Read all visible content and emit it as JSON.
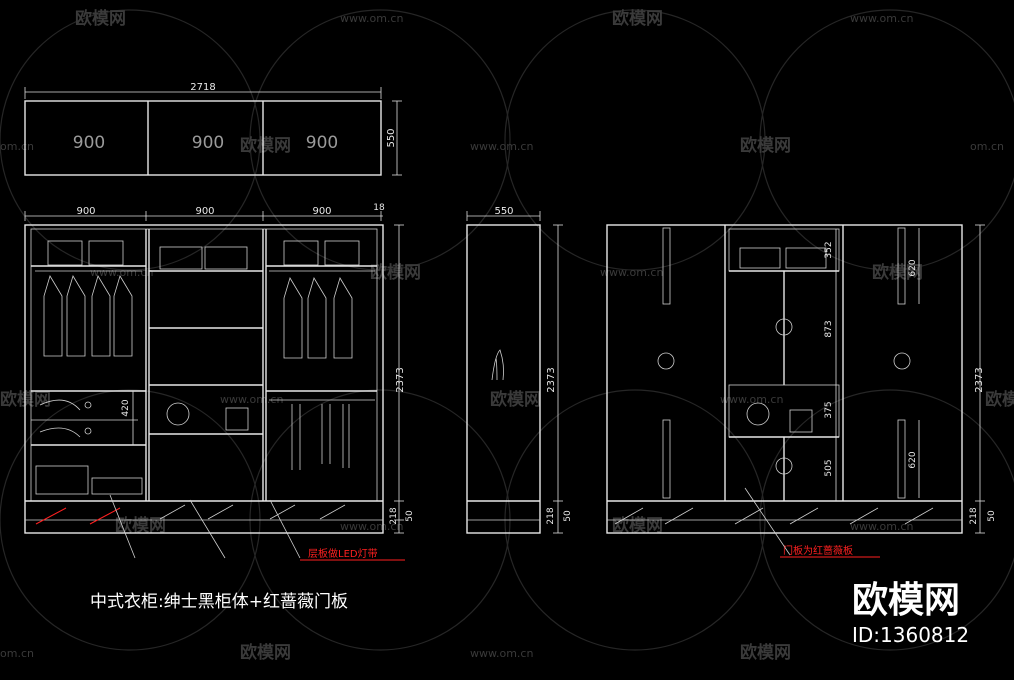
{
  "watermark": {
    "brand": "欧模网",
    "url": "www.om.cn",
    "url_short": "om.cn"
  },
  "top_view": {
    "overall_width": "2718",
    "depth": "550",
    "module_labels": [
      "900",
      "900",
      "900"
    ]
  },
  "front_view": {
    "module_widths": [
      "900",
      "900",
      "900"
    ],
    "side_thickness": "18",
    "height": "2373",
    "plinth_height": "218",
    "plinth_small": "50",
    "drawer_height": "420"
  },
  "side_view": {
    "depth": "550",
    "height": "2373",
    "plinth_height": "218",
    "plinth_small": "50"
  },
  "door_view": {
    "segments": [
      "352",
      "873",
      "375",
      "505"
    ],
    "handle_panels": [
      "620",
      "620"
    ],
    "height": "2373",
    "plinth_height": "218",
    "plinth_small": "50"
  },
  "annotations": {
    "led_note": "层板做LED灯带",
    "door_note": "门板为红蔷薇板"
  },
  "title": "中式衣柜:绅士黑柜体+红蔷薇门板",
  "brand_badge": {
    "name": "欧模网",
    "id": "ID:1360812"
  },
  "colors": {
    "background": "#000000",
    "line": "#e8e8e8",
    "note": "#ff2020",
    "watermark": "#3a3a3a"
  }
}
